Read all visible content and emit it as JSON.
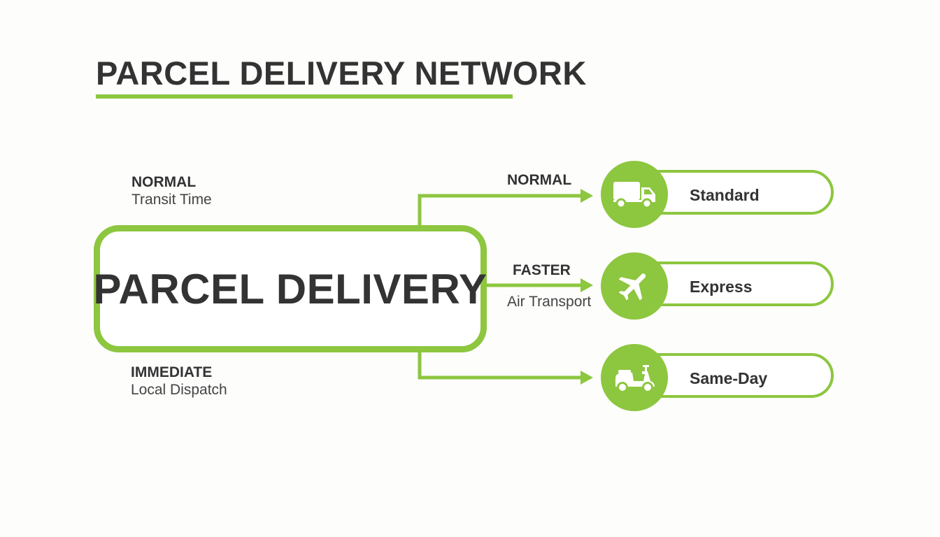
{
  "title": "PARCEL DELIVERY NETWORK",
  "hub": {
    "label": "PARCEL DELIVERY"
  },
  "notes": {
    "top": {
      "title": "NORMAL",
      "subtitle": "Transit Time"
    },
    "bottom": {
      "title": "IMMEDIATE",
      "subtitle": "Local Dispatch"
    }
  },
  "routes": [
    {
      "label": "NORMAL",
      "sublabel": "",
      "service": "Standard",
      "icon": "truck-icon"
    },
    {
      "label": "FASTER",
      "sublabel": "Air Transport",
      "service": "Express",
      "icon": "airplane-icon"
    },
    {
      "label": "",
      "sublabel": "",
      "service": "Same-Day",
      "icon": "scooter-icon"
    }
  ],
  "colors": {
    "accent": "#8dc63f",
    "text": "#333333",
    "background": "#fdfdfc"
  }
}
